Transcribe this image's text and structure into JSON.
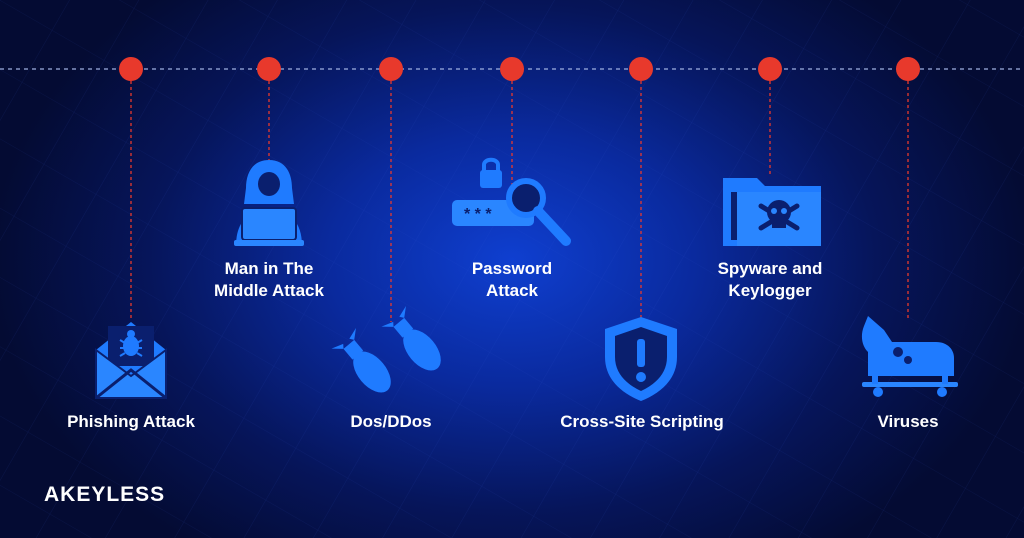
{
  "brand": {
    "name": "AKEYLESS"
  },
  "colors": {
    "accent": "#e8392c",
    "icon": "#1f7bff",
    "text": "#ffffff",
    "background": "#0a2a9e"
  },
  "items": [
    {
      "label": "Phishing Attack",
      "icon": "envelope-bug-icon"
    },
    {
      "label": "Man in The\nMiddle Attack",
      "icon": "hacker-laptop-icon"
    },
    {
      "label": "Dos/DDos",
      "icon": "missiles-icon"
    },
    {
      "label": "Password\nAttack",
      "icon": "password-search-icon"
    },
    {
      "label": "Cross-Site Scripting",
      "icon": "shield-warning-icon"
    },
    {
      "label": "Spyware and\nKeylogger",
      "icon": "folder-skull-icon"
    },
    {
      "label": "Viruses",
      "icon": "trojan-horse-icon"
    }
  ]
}
